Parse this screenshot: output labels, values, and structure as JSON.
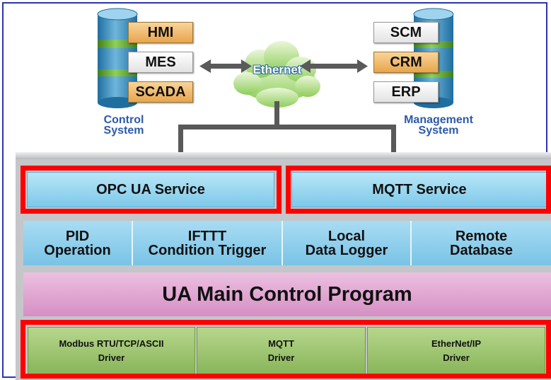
{
  "control_system": {
    "items": [
      "HMI",
      "MES",
      "SCADA"
    ],
    "caption_line1": "Control",
    "caption_line2": "System"
  },
  "management_system": {
    "items": [
      "SCM",
      "CRM",
      "ERP"
    ],
    "caption_line1": "Management",
    "caption_line2": "System"
  },
  "network": {
    "label": "Ethernet"
  },
  "services": {
    "opc_ua": "OPC UA Service",
    "mqtt": "MQTT Service"
  },
  "modules": [
    {
      "line1": "PID",
      "line2": "Operation"
    },
    {
      "line1": "IFTTT",
      "line2": "Condition Trigger"
    },
    {
      "line1": "Local",
      "line2": "Data Logger"
    },
    {
      "line1": "Remote",
      "line2": "Database"
    }
  ],
  "main_program": "UA Main Control Program",
  "drivers": [
    {
      "line1": "Modbus RTU/TCP/ASCII",
      "line2": "Driver"
    },
    {
      "line1": "MQTT",
      "line2": "Driver"
    },
    {
      "line1": "EtherNet/IP",
      "line2": "Driver"
    }
  ],
  "colors": {
    "highlight": "#ff0000",
    "caption": "#2c5aa8",
    "service": "#7ec9ea",
    "main_program": "#d68fc4",
    "driver": "#89b55a",
    "frame": "#2b34b0"
  }
}
